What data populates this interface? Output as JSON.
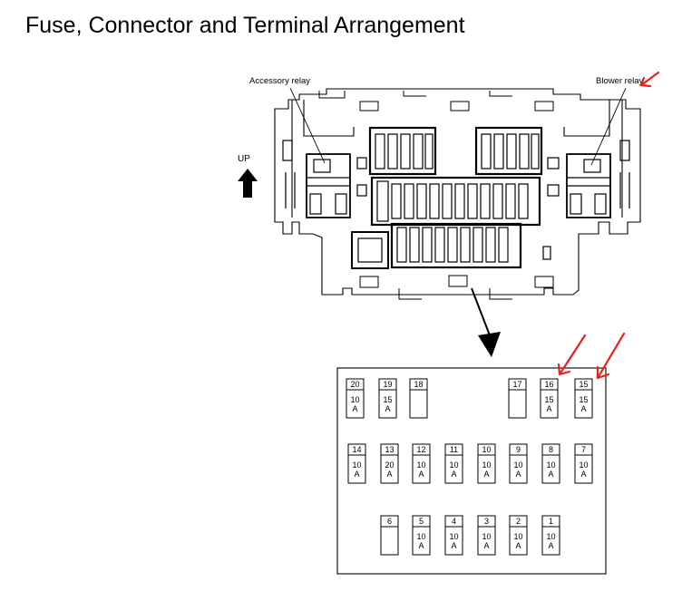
{
  "title": "Fuse, Connector and Terminal Arrangement",
  "labels": {
    "accessory_relay": "Accessory relay",
    "blower_relay": "Blower relay",
    "up": "UP"
  },
  "fuses": [
    {
      "number": "20",
      "rating": "10",
      "unit": "A"
    },
    {
      "number": "19",
      "rating": "15",
      "unit": "A"
    },
    {
      "number": "18",
      "rating": "",
      "unit": ""
    },
    {
      "number": "17",
      "rating": "",
      "unit": ""
    },
    {
      "number": "16",
      "rating": "15",
      "unit": "A"
    },
    {
      "number": "15",
      "rating": "15",
      "unit": "A"
    },
    {
      "number": "14",
      "rating": "10",
      "unit": "A"
    },
    {
      "number": "13",
      "rating": "20",
      "unit": "A"
    },
    {
      "number": "12",
      "rating": "10",
      "unit": "A"
    },
    {
      "number": "11",
      "rating": "10",
      "unit": "A"
    },
    {
      "number": "10",
      "rating": "10",
      "unit": "A"
    },
    {
      "number": "9",
      "rating": "10",
      "unit": "A"
    },
    {
      "number": "8",
      "rating": "10",
      "unit": "A"
    },
    {
      "number": "7",
      "rating": "10",
      "unit": "A"
    },
    {
      "number": "6",
      "rating": "",
      "unit": ""
    },
    {
      "number": "5",
      "rating": "10",
      "unit": "A"
    },
    {
      "number": "4",
      "rating": "10",
      "unit": "A"
    },
    {
      "number": "3",
      "rating": "10",
      "unit": "A"
    },
    {
      "number": "2",
      "rating": "10",
      "unit": "A"
    },
    {
      "number": "1",
      "rating": "10",
      "unit": "A"
    }
  ],
  "annotation_color": "#e8201a"
}
